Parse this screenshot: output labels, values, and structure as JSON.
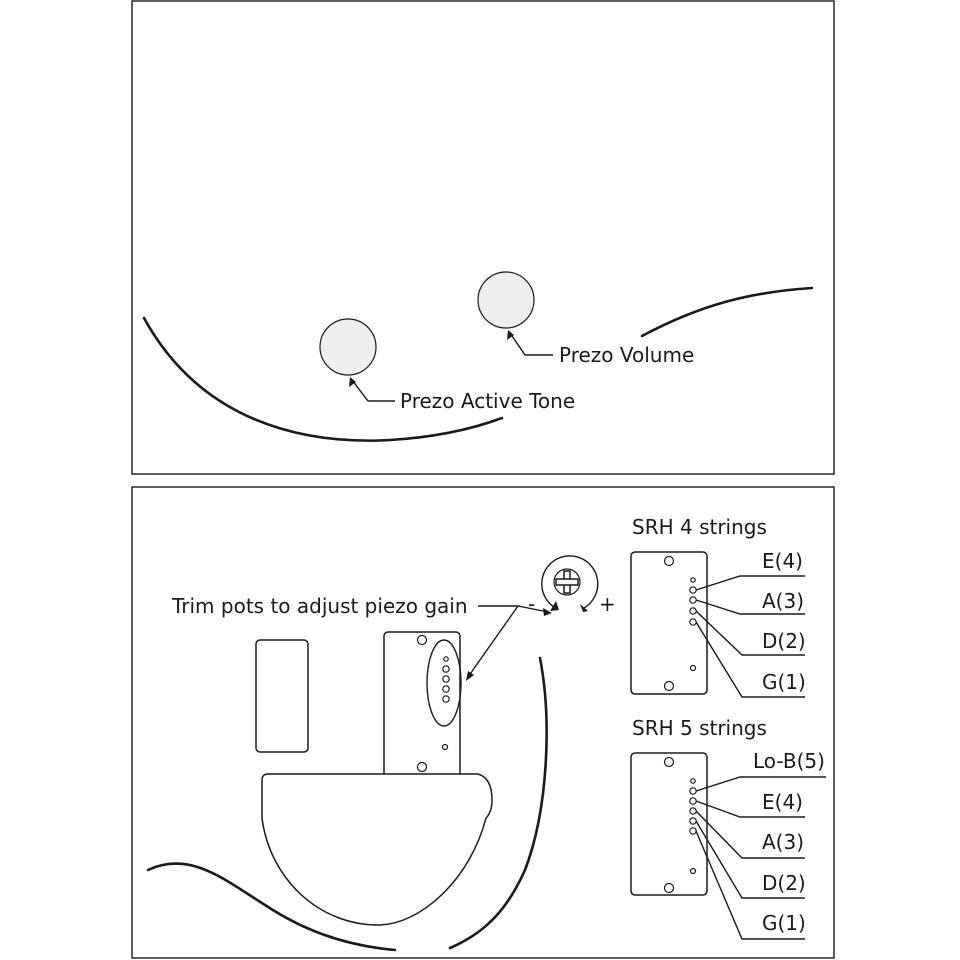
{
  "top_panel": {
    "piezo_active_tone_label": "Prezo Active Tone",
    "piezo_volume_label": "Prezo Volume"
  },
  "bottom_panel": {
    "trim_pots_label": "Trim pots to adjust piezo gain",
    "minus_sign": "-",
    "plus_sign": "+",
    "srh4": {
      "title": "SRH 4 strings",
      "strings": [
        "E(4)",
        "A(3)",
        "D(2)",
        "G(1)"
      ]
    },
    "srh5": {
      "title": "SRH 5 strings",
      "strings": [
        "Lo-B(5)",
        "E(4)",
        "A(3)",
        "D(2)",
        "G(1)"
      ]
    }
  },
  "colors": {
    "line": "#1a1a1a",
    "knob_fill": "#eeeeee",
    "background": "#ffffff"
  }
}
